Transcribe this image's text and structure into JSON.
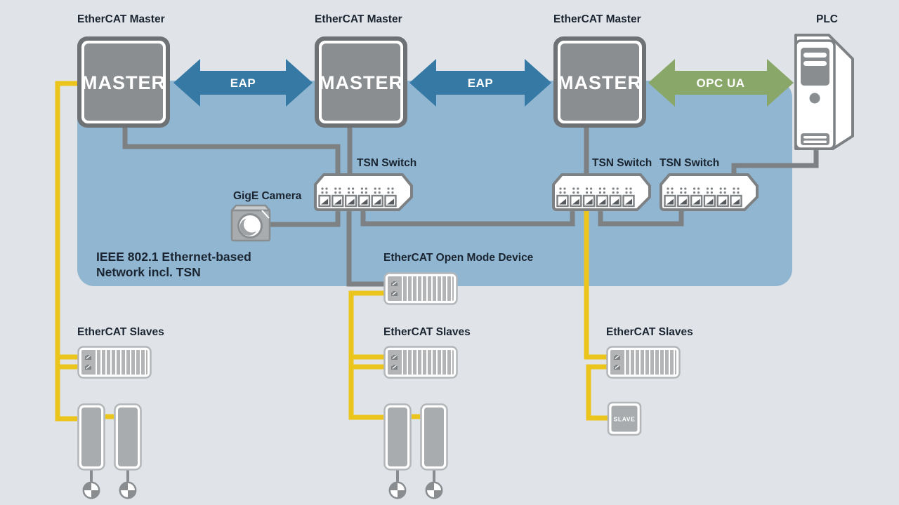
{
  "diagram": {
    "masters": [
      {
        "caption": "EtherCAT Master",
        "box_label": "MASTER"
      },
      {
        "caption": "EtherCAT Master",
        "box_label": "MASTER"
      },
      {
        "caption": "EtherCAT Master",
        "box_label": "MASTER"
      }
    ],
    "plc": {
      "caption": "PLC"
    },
    "arrows": [
      {
        "label": "EAP"
      },
      {
        "label": "EAP"
      },
      {
        "label": "OPC UA"
      }
    ],
    "panel": {
      "line1": "IEEE 802.1 Ethernet-based",
      "line2": "Network incl. TSN"
    },
    "tsn_switches": [
      {
        "label": "TSN Switch"
      },
      {
        "label": "TSN Switch"
      },
      {
        "label": "TSN Switch"
      }
    ],
    "camera": {
      "label": "GigE Camera"
    },
    "open_mode_device": {
      "label": "EtherCAT Open Mode Device"
    },
    "slave_groups": [
      {
        "label": "EtherCAT Slaves"
      },
      {
        "label": "EtherCAT Slaves"
      },
      {
        "label": "EtherCAT Slaves"
      }
    ],
    "slave_box_label": "SLAVE",
    "colors": {
      "background": "#e0e3e7",
      "panel_blue": "#90b6d1",
      "eap_blue": "#3579a4",
      "opcua_green": "#8aa76a",
      "ethercat_yellow": "#ecc51c",
      "ethernet_line_gray": "#7d8184",
      "device_gray": "#8b8e91",
      "text_dark": "#1b2531"
    }
  }
}
